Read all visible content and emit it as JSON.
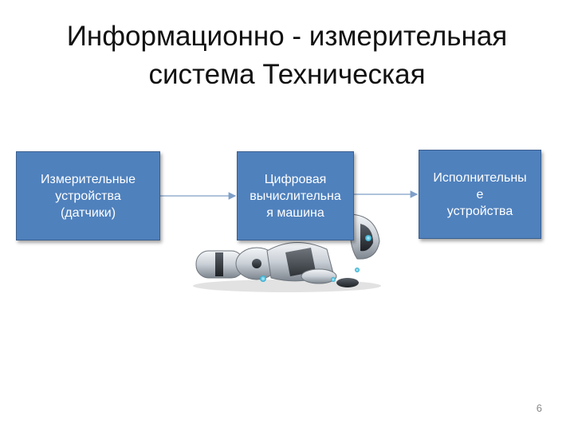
{
  "slide": {
    "title_line1": "Информационно - измерительная",
    "title_line2": "система Техническая",
    "page_number": "6"
  },
  "diagram": {
    "nodes": [
      {
        "id": "sensors",
        "label": "Измерительные\nустройства\n(датчики)"
      },
      {
        "id": "computer",
        "label": "Цифровая\nвычислительна\nя машина"
      },
      {
        "id": "actuators",
        "label": "Исполнительны\nе\nустройства"
      }
    ],
    "edges": [
      {
        "from": "sensors",
        "to": "computer"
      },
      {
        "from": "computer",
        "to": "actuators"
      }
    ]
  },
  "colors": {
    "box_fill": "#4f81bd",
    "box_border": "#3a5f8f",
    "arrow": "#7f9fc8",
    "text": "#ffffff"
  },
  "illustration": "robot-illustration"
}
